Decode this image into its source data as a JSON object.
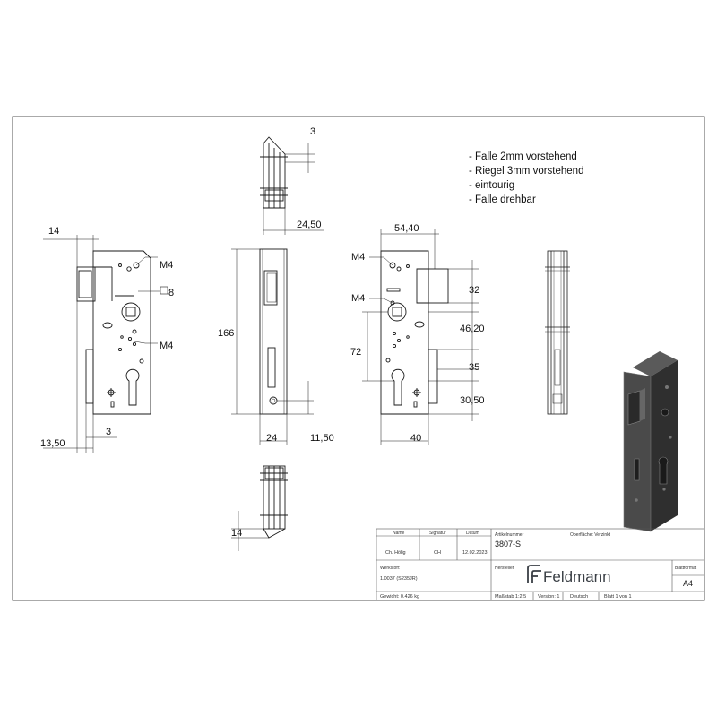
{
  "notes": [
    "- Falle 2mm vorstehend",
    "- Riegel 3mm vorstehend",
    "- eintourig",
    "- Falle drehbar"
  ],
  "dimensions": {
    "d3_top": "3",
    "d24_50": "24,50",
    "d14_left": "14",
    "m4_a": "M4",
    "sq8": "8",
    "m4_b": "M4",
    "d3_bottom": "3",
    "d13_50": "13,50",
    "d166": "166",
    "d24": "24",
    "d11_50": "11,50",
    "d54_40": "54,40",
    "m4_c": "M4",
    "m4_d": "M4",
    "d72": "72",
    "d32": "32",
    "d46_20": "46,20",
    "d35": "35",
    "d30_50": "30,50",
    "d40": "40",
    "d14_bottom": "14"
  },
  "title_block": {
    "h_name": "Name",
    "h_signatur": "Signatur",
    "h_datum": "Datum",
    "name": "Ch. Hölig",
    "signatur": "CH",
    "datum": "12.02.2023",
    "artikelnummer_label": "Artikelnummer",
    "artikelnummer": "3807-S",
    "oberflaeche": "Oberfläche: Verzinkt",
    "werkstoff_label": "Werkstoff:",
    "werkstoff": "1.0037 (S235JR)",
    "hersteller_label": "Hersteller",
    "brand": "Feldmann",
    "blattformat_label": "Blattformat",
    "blattformat": "A4",
    "gewicht": "Gewicht: 0.426 kg",
    "massstab": "Maßstab 1:2.5",
    "version": "Version: 1",
    "sprache": "Deutsch",
    "blatt": "Blatt 1 von 1"
  },
  "colors": {
    "line": "#1a1a1a",
    "render_body": "#3a3a3a",
    "render_edge": "#6a6a6a",
    "brand": "#3a3f45"
  }
}
